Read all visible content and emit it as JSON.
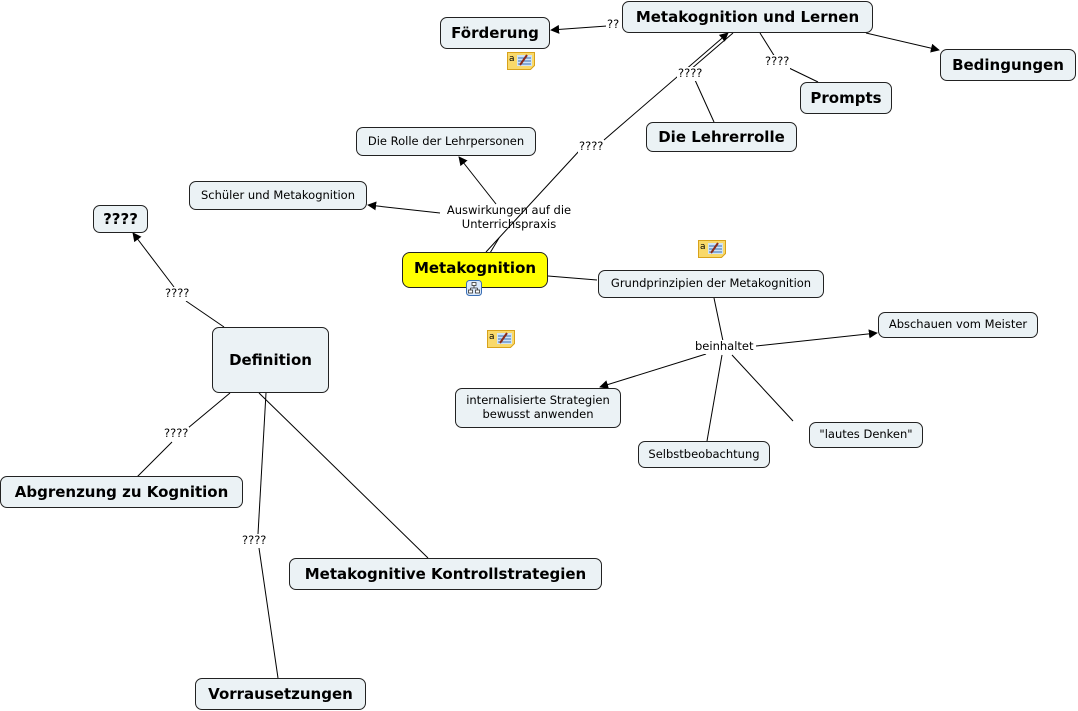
{
  "nodes": {
    "metakognition": "Metakognition",
    "metakognition_lernen": "Metakognition und Lernen",
    "foerderung": "Förderung",
    "bedingungen": "Bedingungen",
    "prompts": "Prompts",
    "lehrerrolle": "Die Lehrerrolle",
    "rolle_lehrpersonen": "Die Rolle der Lehrpersonen",
    "schueler": "Schüler und Metakognition",
    "unknown": "????",
    "definition": "Definition",
    "abgrenzung": "Abgrenzung zu Kognition",
    "kontrollstrategien": "Metakognitive Kontrollstrategien",
    "vorraussetzungen": "Vorrausetzungen",
    "grundprinzipien": "Grundprinzipien der Metakognition",
    "abschauen": "Abschauen vom Meister",
    "internalisierte": "internalisierte Strategien bewusst anwenden",
    "selbstbeobachtung": "Selbstbeobachtung",
    "lautes_denken": "\"lautes Denken\""
  },
  "link_labels": {
    "to_foerderung": "??",
    "to_lernen": "????",
    "lehrerrolle": "????",
    "prompts": "????",
    "auswirkungen": "Auswirkungen auf die Unterrichspraxis",
    "def_unknown": "????",
    "def_abgrenzung": "????",
    "def_vorraus": "????",
    "beinhaltet": "beinhaltet"
  },
  "icons": {
    "note": "annotation-note-icon",
    "submap": "concept-map-link-icon"
  },
  "colors": {
    "main_node": "#ffff00",
    "node_fill": "#ebf2f5",
    "note_fill": "#f9d96a"
  }
}
